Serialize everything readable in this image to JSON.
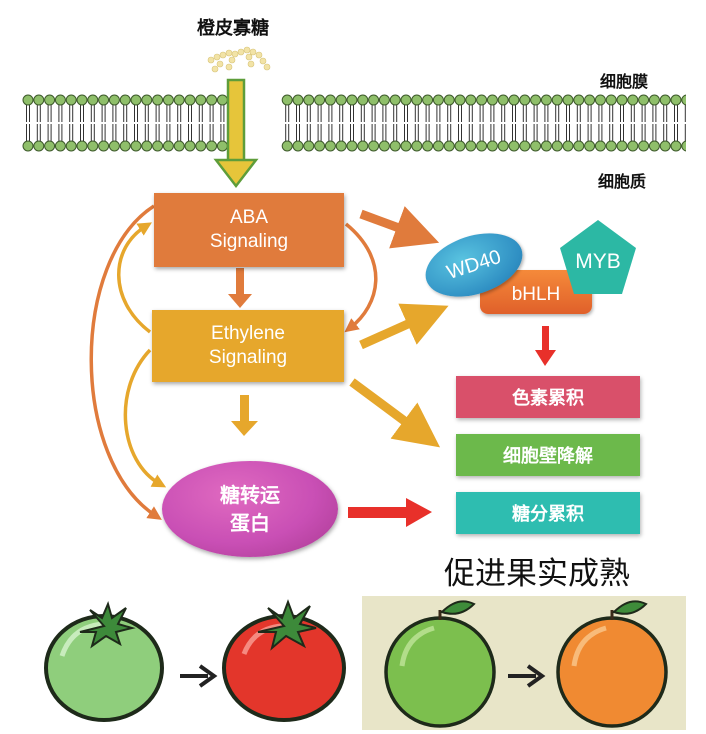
{
  "labels": {
    "oligosaccharide": "橙皮寡糖",
    "membrane": "细胞膜",
    "cytoplasm": "细胞质",
    "promote": "促进果实成熟"
  },
  "signals": {
    "aba": [
      "ABA",
      "Signaling"
    ],
    "ethylene": [
      "Ethylene",
      "Signaling"
    ],
    "transporter": [
      "糖转运",
      "蛋白"
    ]
  },
  "complex": {
    "wd40": "WD40",
    "bhlh": "bHLH",
    "myb": "MYB"
  },
  "outcomes": [
    "色素累积",
    "细胞壁降解",
    "糖分累积"
  ],
  "colors": {
    "aba": "#e07b3c",
    "ethylene": "#e6a72c",
    "pigment": "#d9506a",
    "cellwall": "#6cb94b",
    "sugar": "#2ebdb0",
    "membrane": "#8fbf6a",
    "arrow_red": "#e8302a"
  }
}
